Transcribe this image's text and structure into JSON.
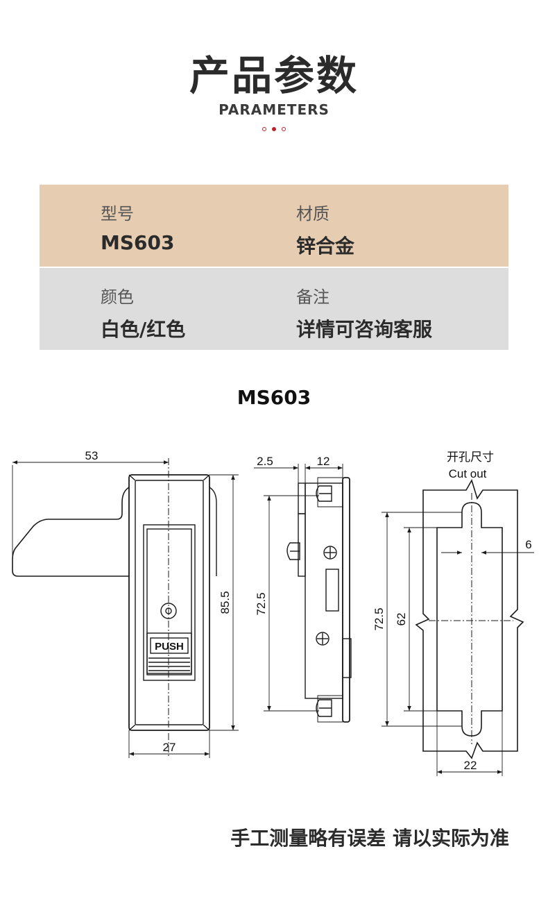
{
  "header": {
    "title": "产品参数",
    "subtitle": "PARAMETERS"
  },
  "specs": {
    "row1": {
      "label1": "型号",
      "value1": "MS603",
      "label2": "材质",
      "value2": "锌合金"
    },
    "row2": {
      "label1": "颜色",
      "value1": "白色/红色",
      "label2": "备注",
      "value2": "详情可咨询客服"
    }
  },
  "drawing": {
    "model": "MS603",
    "front_view": {
      "width_total": "53",
      "height": "85.5",
      "width_body": "27",
      "button_text": "PUSH"
    },
    "side_view": {
      "dim_a": "2.5",
      "dim_b": "12",
      "height": "72.5"
    },
    "cutout_view": {
      "title_cn": "开孔尺寸",
      "title_en": "Cut out",
      "slot_width": "6",
      "height_outer": "72.5",
      "height_inner": "62",
      "width": "22"
    }
  },
  "footer": {
    "note": "手工测量略有误差 请以实际为准"
  },
  "colors": {
    "accent": "#c0202a",
    "row1_bg": "#e6ccb1",
    "row2_bg": "#dddddd"
  }
}
